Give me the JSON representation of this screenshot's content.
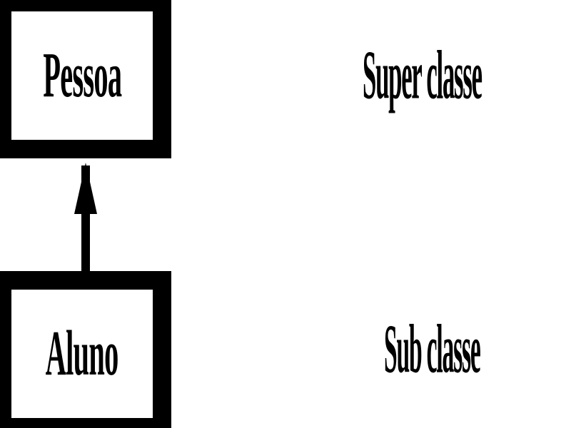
{
  "diagram": {
    "superclass": {
      "name": "Pessoa",
      "role_label": "Super classe"
    },
    "subclass": {
      "name": "Aluno",
      "role_label": "Sub classe"
    },
    "relationship": "inheritance"
  },
  "colors": {
    "ink": "#000000",
    "background": "#ffffff"
  }
}
